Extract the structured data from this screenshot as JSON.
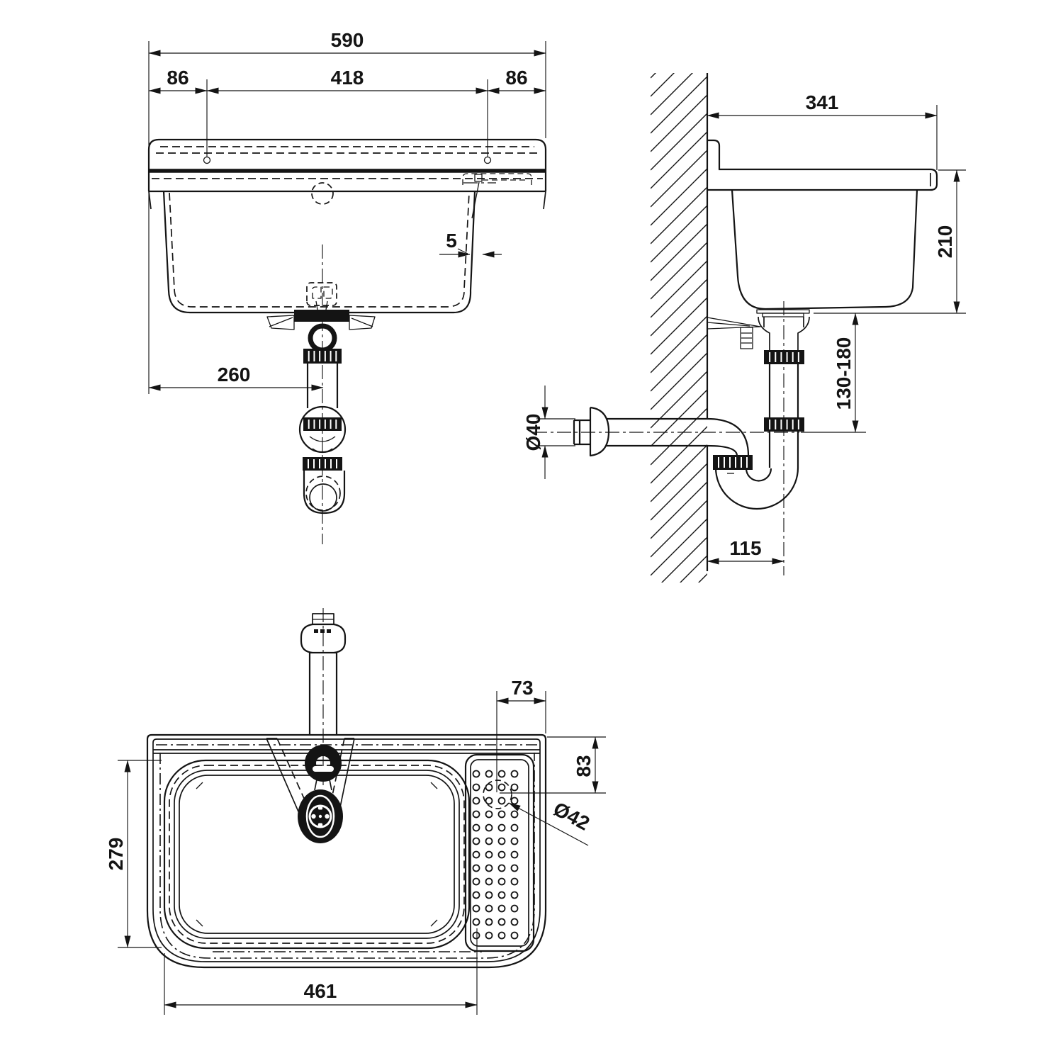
{
  "views": {
    "front": {
      "dims": {
        "overall_width": "590",
        "left_hole_offset": "86",
        "hole_spacing": "418",
        "right_hole_offset": "86",
        "rim_thickness": "5",
        "drain_offset": "260"
      }
    },
    "side": {
      "dims": {
        "depth": "341",
        "basin_height": "210",
        "trap_adjust_range": "130-180",
        "outlet_diameter": "Ø40",
        "wall_to_trap": "115"
      }
    },
    "plan": {
      "dims": {
        "tray_width": "73",
        "tray_depth": "83",
        "drain_hole_diameter": "Ø42",
        "basin_inner_depth": "279",
        "basin_inner_width": "461"
      }
    }
  },
  "line_color": "#141414",
  "background_color": "#ffffff"
}
